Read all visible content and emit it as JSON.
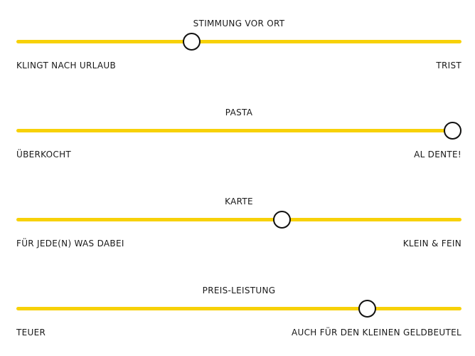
{
  "sliders": [
    {
      "title": "STIMMUNG VOR ORT",
      "left_label": "KLINGT NACH URLAUB",
      "right_label": "TRIST",
      "value": 0.39
    },
    {
      "title": "PASTA",
      "left_label": "ÜBERKOCHT",
      "right_label": "AL DENTE!",
      "value": 1.0
    },
    {
      "title": "KARTE",
      "left_label": "FÜR JEDE(N) WAS DABEI",
      "right_label": "KLEIN & FEIN",
      "value": 0.6
    },
    {
      "title": "PREIS-LEISTUNG",
      "left_label": "TEUER",
      "right_label": "AUCH FÜR DEN KLEINEN GELDBEUTEL",
      "value": 0.8
    }
  ],
  "colors": {
    "track": "#f7d108",
    "thumb_border": "#111111"
  }
}
